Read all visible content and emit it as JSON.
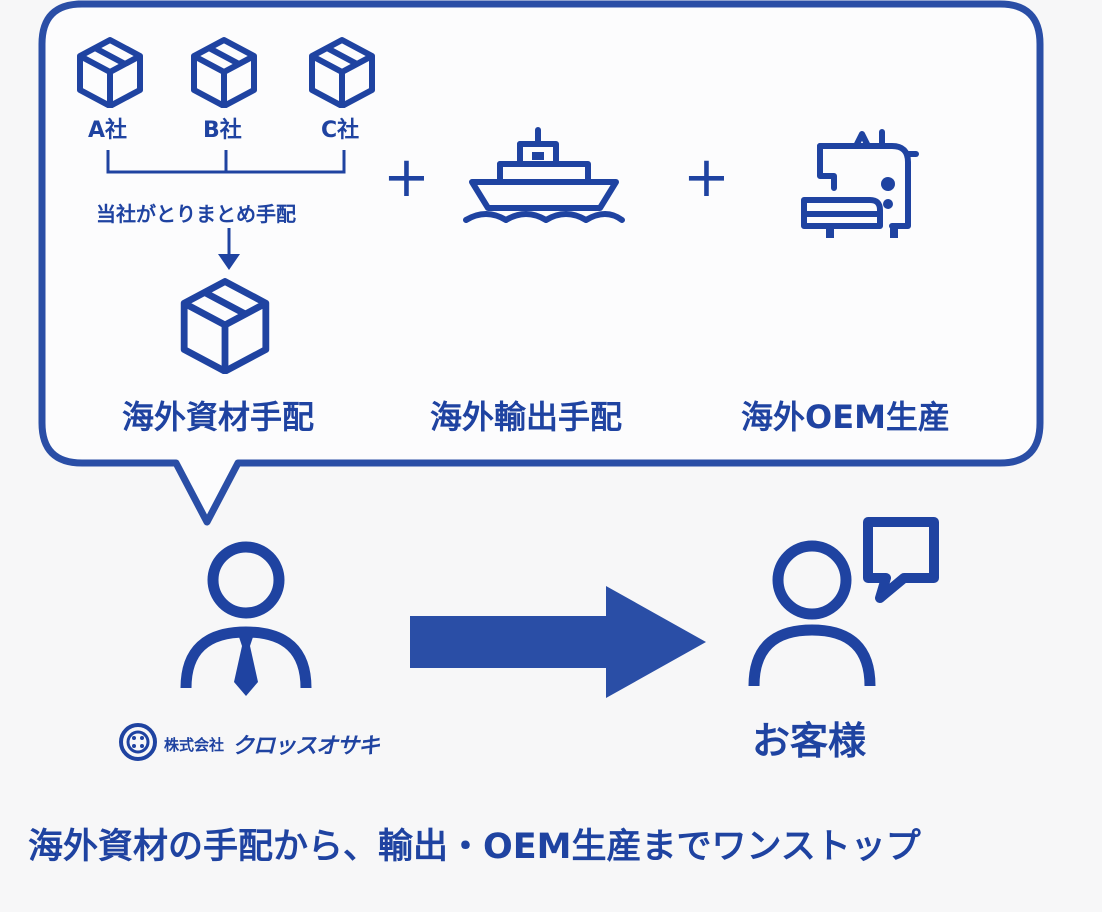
{
  "top": {
    "companies": [
      "A社",
      "B社",
      "C社"
    ],
    "consolidation_text": "当社がとりまとめ手配",
    "plus1": "+",
    "plus2": "+",
    "services": [
      "海外資材手配",
      "海外輸出手配",
      "海外OEM生産"
    ]
  },
  "bottom": {
    "company_logo_small": "株式会社",
    "company_logo_name": "クロッスオサキ",
    "customer_label": "お客様",
    "tagline": "海外資材の手配から、輸出・OEM生産までワンストップ"
  },
  "colors": {
    "primary": "#1f43a1",
    "arrow": "#2a4ea6",
    "background": "#f7f7f8"
  },
  "icons": [
    "box-icon",
    "ship-icon",
    "sewing-machine-icon",
    "businessman-icon",
    "customer-icon",
    "speech-bubble-icon",
    "arrow-right-icon",
    "logo-icon"
  ]
}
